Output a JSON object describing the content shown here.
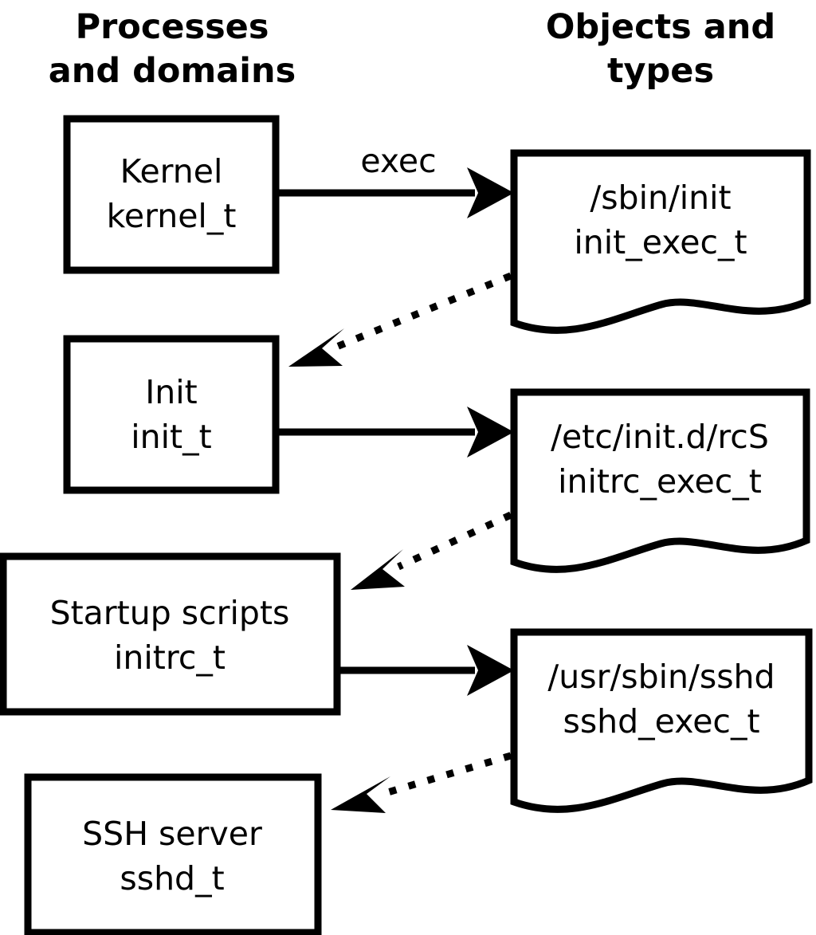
{
  "diagram": {
    "title_columns": [
      {
        "id": "processes",
        "line1": "Processes",
        "line2": "and domains"
      },
      {
        "id": "objects",
        "line1": "Objects and",
        "line2": "types"
      }
    ],
    "colors": {
      "stroke": "#000000",
      "fill": "#ffffff",
      "background": "#ffffff"
    },
    "processes": [
      {
        "id": "kernel",
        "line1": "Kernel",
        "line2": "kernel_t"
      },
      {
        "id": "init",
        "line1": "Init",
        "line2": "init_t"
      },
      {
        "id": "initrc",
        "line1": "Startup scripts",
        "line2": "initrc_t"
      },
      {
        "id": "sshd",
        "line1": "SSH server",
        "line2": "sshd_t"
      }
    ],
    "objects": [
      {
        "id": "init-exec",
        "line1": "/sbin/init",
        "line2": "init_exec_t"
      },
      {
        "id": "initrc-exec",
        "line1": "/etc/init.d/rcS",
        "line2": "initrc_exec_t"
      },
      {
        "id": "sshd-exec",
        "line1": "/usr/sbin/sshd",
        "line2": "sshd_exec_t"
      }
    ],
    "edges": [
      {
        "id": "kernel-exec-init",
        "label": "exec",
        "style": "solid",
        "from": "kernel",
        "to": "init-exec"
      },
      {
        "id": "init-exec-transition-init",
        "label": "",
        "style": "dotted",
        "from": "init-exec",
        "to": "init"
      },
      {
        "id": "init-exec-initrc",
        "label": "",
        "style": "solid",
        "from": "init",
        "to": "initrc-exec"
      },
      {
        "id": "initrc-exec-transition-initrc",
        "label": "",
        "style": "dotted",
        "from": "initrc-exec",
        "to": "initrc"
      },
      {
        "id": "initrc-exec-sshd",
        "label": "",
        "style": "solid",
        "from": "initrc",
        "to": "sshd-exec"
      },
      {
        "id": "sshd-exec-transition-sshd",
        "label": "",
        "style": "dotted",
        "from": "sshd-exec",
        "to": "sshd"
      }
    ]
  }
}
